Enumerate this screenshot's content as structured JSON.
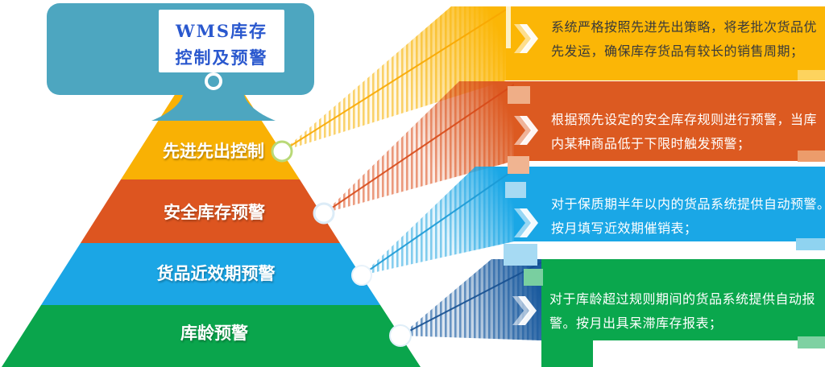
{
  "title": {
    "line1": "WMS库存",
    "line2": "控制及预警"
  },
  "monitor": {
    "body_color": "#4da6c0",
    "screen_color": "#ffffff",
    "title_color": "#2a58ce"
  },
  "pyramid": {
    "levels": [
      {
        "label": "先进先出控制",
        "color": "#f9b104"
      },
      {
        "label": "安全库存预警",
        "color": "#dd5520"
      },
      {
        "label": "货品近效期预警",
        "color": "#1ba6e5"
      },
      {
        "label": "库龄预警",
        "color": "#0aa54c"
      }
    ]
  },
  "panels": [
    {
      "text": "系统严格按照先进先出策略，将老批次货品优先发运，确保库存货品有较长的销售周期；",
      "color": "#fbb606",
      "text_color": "#3a3a3a"
    },
    {
      "text": "根据预先设定的安全库存规则进行预警，当库内某种商品低于下限时触发预警；",
      "color": "#dc5a21",
      "text_color": "#ffffff"
    },
    {
      "text": "对于保质期半年以内的货品系统提供自动预警。按月填写近效期催销表；",
      "color": "#1aa7e6",
      "text_color": "#ffffff"
    },
    {
      "text": "对于库龄超过规则期间的货品系统提供自动报警。按月出具呆滞库存报表；",
      "color": "#0aa74d",
      "text_color": "#ffffff"
    }
  ],
  "connectors": {
    "ribbon_colors": [
      "#f6b100",
      "#dc4f1d",
      "#2aa8e0",
      "#1c5fa5"
    ],
    "circle_ring_colors": [
      "#b9d977",
      "#dcecf7",
      "#e8f2fa",
      "#dfeef8"
    ]
  }
}
